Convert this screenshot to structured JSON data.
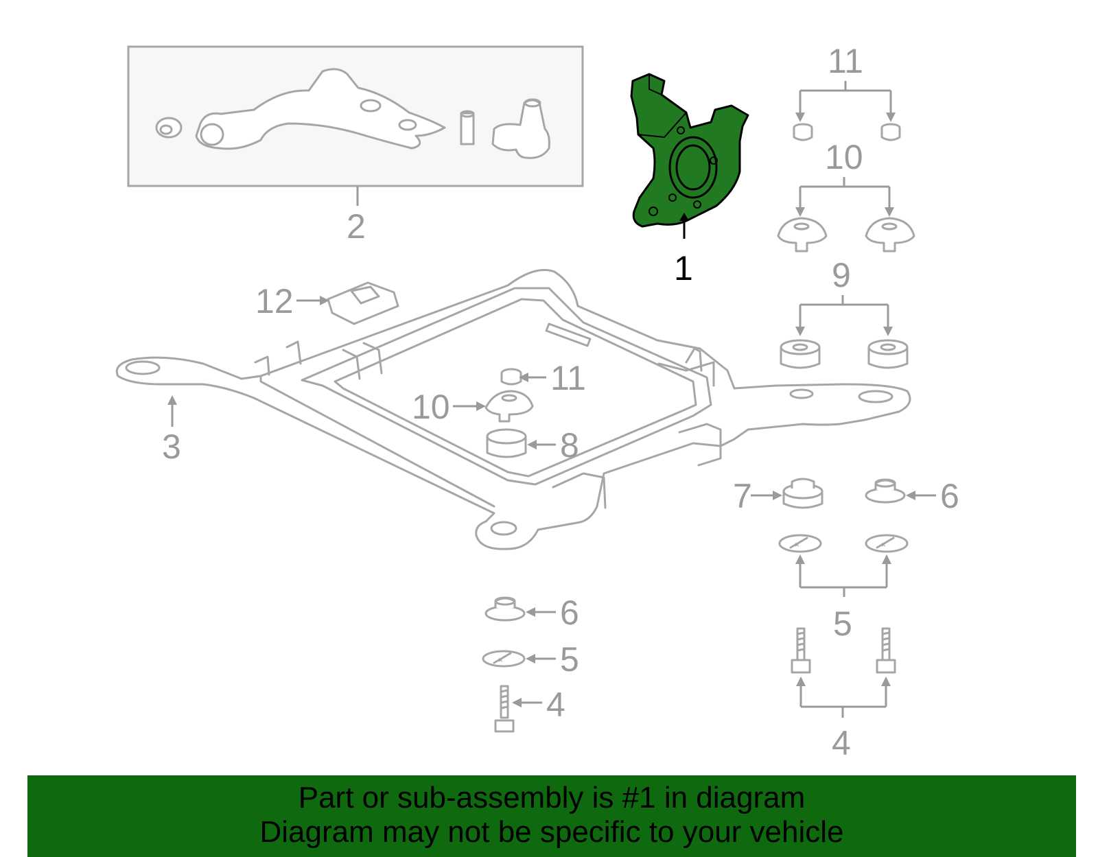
{
  "diagram": {
    "highlight_color": "#217a21",
    "banner_color": "#0f6a0f",
    "callouts": {
      "c1": "1",
      "c2": "2",
      "c3": "3",
      "c4_left": "4",
      "c4_bottom": "4",
      "c5_left": "5",
      "c5_right": "5",
      "c6_left": "6",
      "c6_right": "6",
      "c7": "7",
      "c8": "8",
      "c9": "9",
      "c10_top": "10",
      "c10_center": "10",
      "c11_top": "11",
      "c11_center": "11",
      "c12": "12"
    }
  },
  "footer": {
    "line1": "Part or sub-assembly is #1 in diagram",
    "line2": "Diagram may not be specific to your vehicle"
  }
}
